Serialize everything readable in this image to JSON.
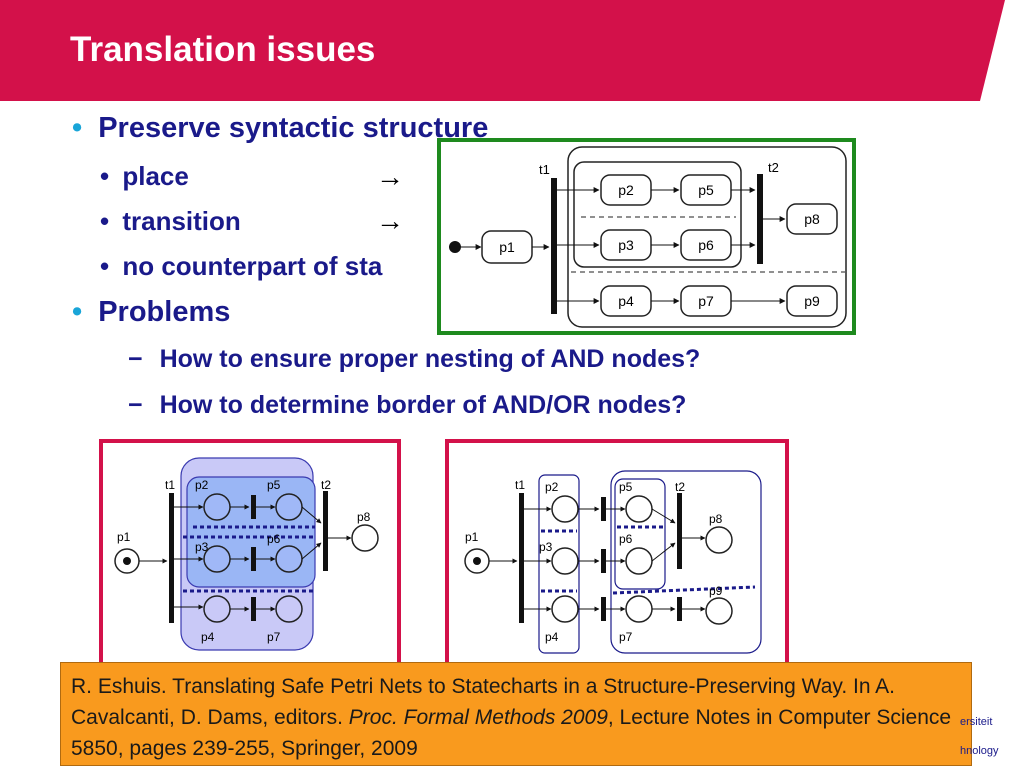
{
  "slide": {
    "title": "Translation issues"
  },
  "bullets": {
    "b1": "Preserve syntactic structure",
    "b1_1": "place",
    "b1_2": "transition",
    "b1_3": "no counterpart of sta",
    "b2": "Problems",
    "b2_1": "How to ensure proper nesting of AND nodes?",
    "b2_2": "How to determine border of AND/OR nodes?",
    "arrow_glyph": "→"
  },
  "statechart": {
    "nodes": [
      "p1",
      "p2",
      "p3",
      "p4",
      "p5",
      "p6",
      "p7",
      "p8",
      "p9"
    ],
    "transitions": [
      "t1",
      "t2"
    ]
  },
  "petri_net_1": {
    "places": [
      "p1",
      "p2",
      "p3",
      "p4",
      "p5",
      "p6",
      "p7",
      "p8"
    ],
    "transitions": [
      "t1",
      "t2"
    ]
  },
  "petri_net_2": {
    "places": [
      "p1",
      "p2",
      "p3",
      "p4",
      "p5",
      "p6",
      "p7",
      "p8",
      "p9"
    ],
    "transitions": [
      "t1",
      "t2"
    ]
  },
  "citation": {
    "part1": "R. Eshuis. Translating Safe Petri Nets to Statecharts in a Structure-Preserving Way. In A. Cavalcanti, D. Dams, editors. ",
    "italic": "Proc. Formal Methods 2009",
    "part2": ", Lecture Notes in Computer Science 5850, pages 239-255, Springer, 2009"
  },
  "footer": {
    "logo_line1": "ersiteit",
    "logo_line2": "hnology"
  },
  "colors": {
    "header": "#d3114a",
    "bullet_text": "#1a1a8a",
    "bullet_dot": "#19a5d8",
    "statechart_frame": "#1e8a1e",
    "petri_frame": "#d3114a",
    "citation_bg": "#f99a1e"
  }
}
